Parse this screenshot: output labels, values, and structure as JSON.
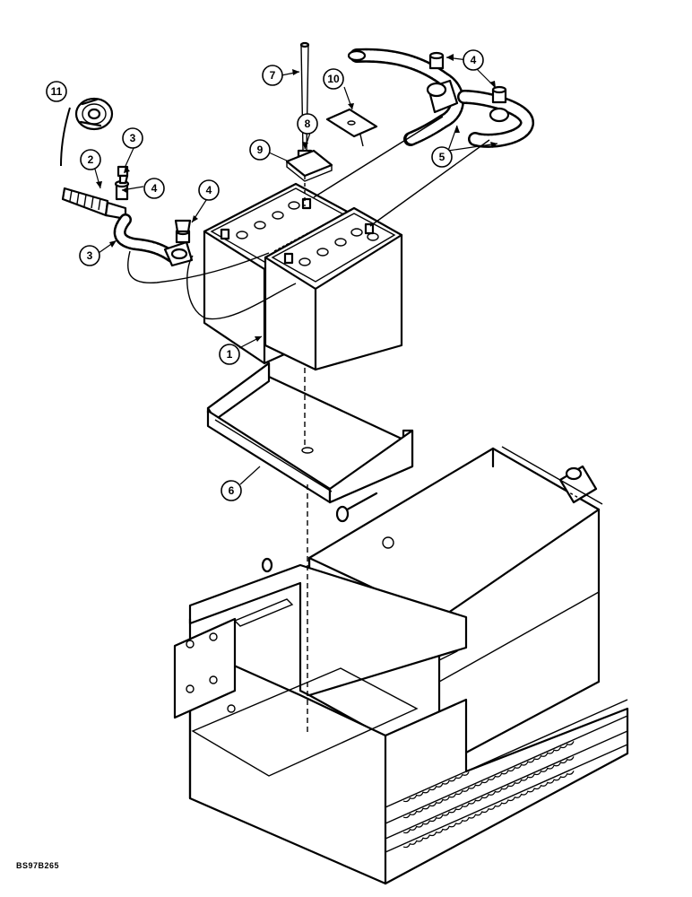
{
  "figure_code": "BS97B265",
  "callouts": [
    {
      "number": "1"
    },
    {
      "number": "2"
    },
    {
      "number": "3"
    },
    {
      "number": "3"
    },
    {
      "number": "4"
    },
    {
      "number": "4"
    },
    {
      "number": "4"
    },
    {
      "number": "5"
    },
    {
      "number": "6"
    },
    {
      "number": "7"
    },
    {
      "number": "8"
    },
    {
      "number": "9"
    },
    {
      "number": "10"
    },
    {
      "number": "11"
    }
  ]
}
